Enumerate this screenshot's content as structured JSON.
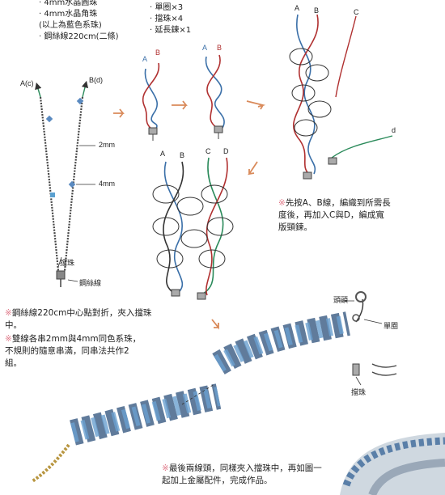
{
  "materials_left": [
    "· 4mm水晶圓珠",
    "· 4mm水晶角珠",
    "(以上為藍色系珠)",
    "· 鋼絲線220cm(二條)"
  ],
  "materials_right": [
    "· 單圈×3",
    "· 擋珠×4",
    "· 延長鍊×1"
  ],
  "labels": {
    "ac": "A(c)",
    "bd": "B(d)",
    "two_mm": "2mm",
    "four_mm": "4mm",
    "stopper_bead": "擋珠",
    "wire": "鋼絲線",
    "a": "A",
    "b": "B",
    "c": "C",
    "d": "D",
    "d_lower": "d",
    "head": "頭頭",
    "jump_ring": "單圈",
    "stopper2": "擋珠"
  },
  "notes": {
    "note1_mark": "※",
    "note1": "鋼絲線220cm中心點對折，夾入擋珠中。",
    "note2_mark": "※",
    "note2": "雙線各串2mm與4mm同色系珠，不規則的隨意串滿，同串法共作2組。",
    "note3_mark": "※",
    "note3": "先按A、B線，編織到所需長度後，再加入C與D，編成寬版頸鍊。",
    "note4_mark": "※",
    "note4": "最後兩線頭，同樣夾入擋珠中，再如圖一起加上金屬配件，完成作品。"
  },
  "colors": {
    "wire_a": "#3a6fa8",
    "wire_b": "#b03030",
    "wire_c": "#2a8a5a",
    "wire_dark": "#333333",
    "arrow": "#d98a5a",
    "pink": "#e07a8a"
  }
}
